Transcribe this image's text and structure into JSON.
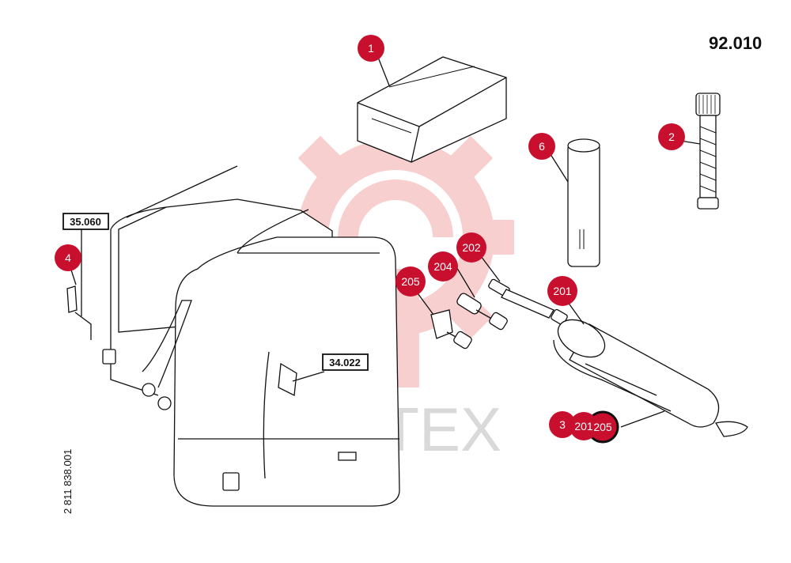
{
  "page_number": "92.010",
  "drawing_number": "2 811 838.001",
  "watermark_text": "ИНТЕХ",
  "colors": {
    "callout": "#c8102e",
    "watermark": "#f4a8a8",
    "watermark_text": "#d9d9d9"
  },
  "callouts": {
    "c1": "1",
    "c2": "2",
    "c3": "3",
    "c4": "4",
    "c6": "6",
    "c201": "201",
    "c202": "202",
    "c204": "204",
    "c205": "205",
    "c_bottom_201": "201",
    "c_bottom_205": "205"
  },
  "cross_refs": {
    "ref_35060": "35.060",
    "ref_34022": "34.022"
  }
}
